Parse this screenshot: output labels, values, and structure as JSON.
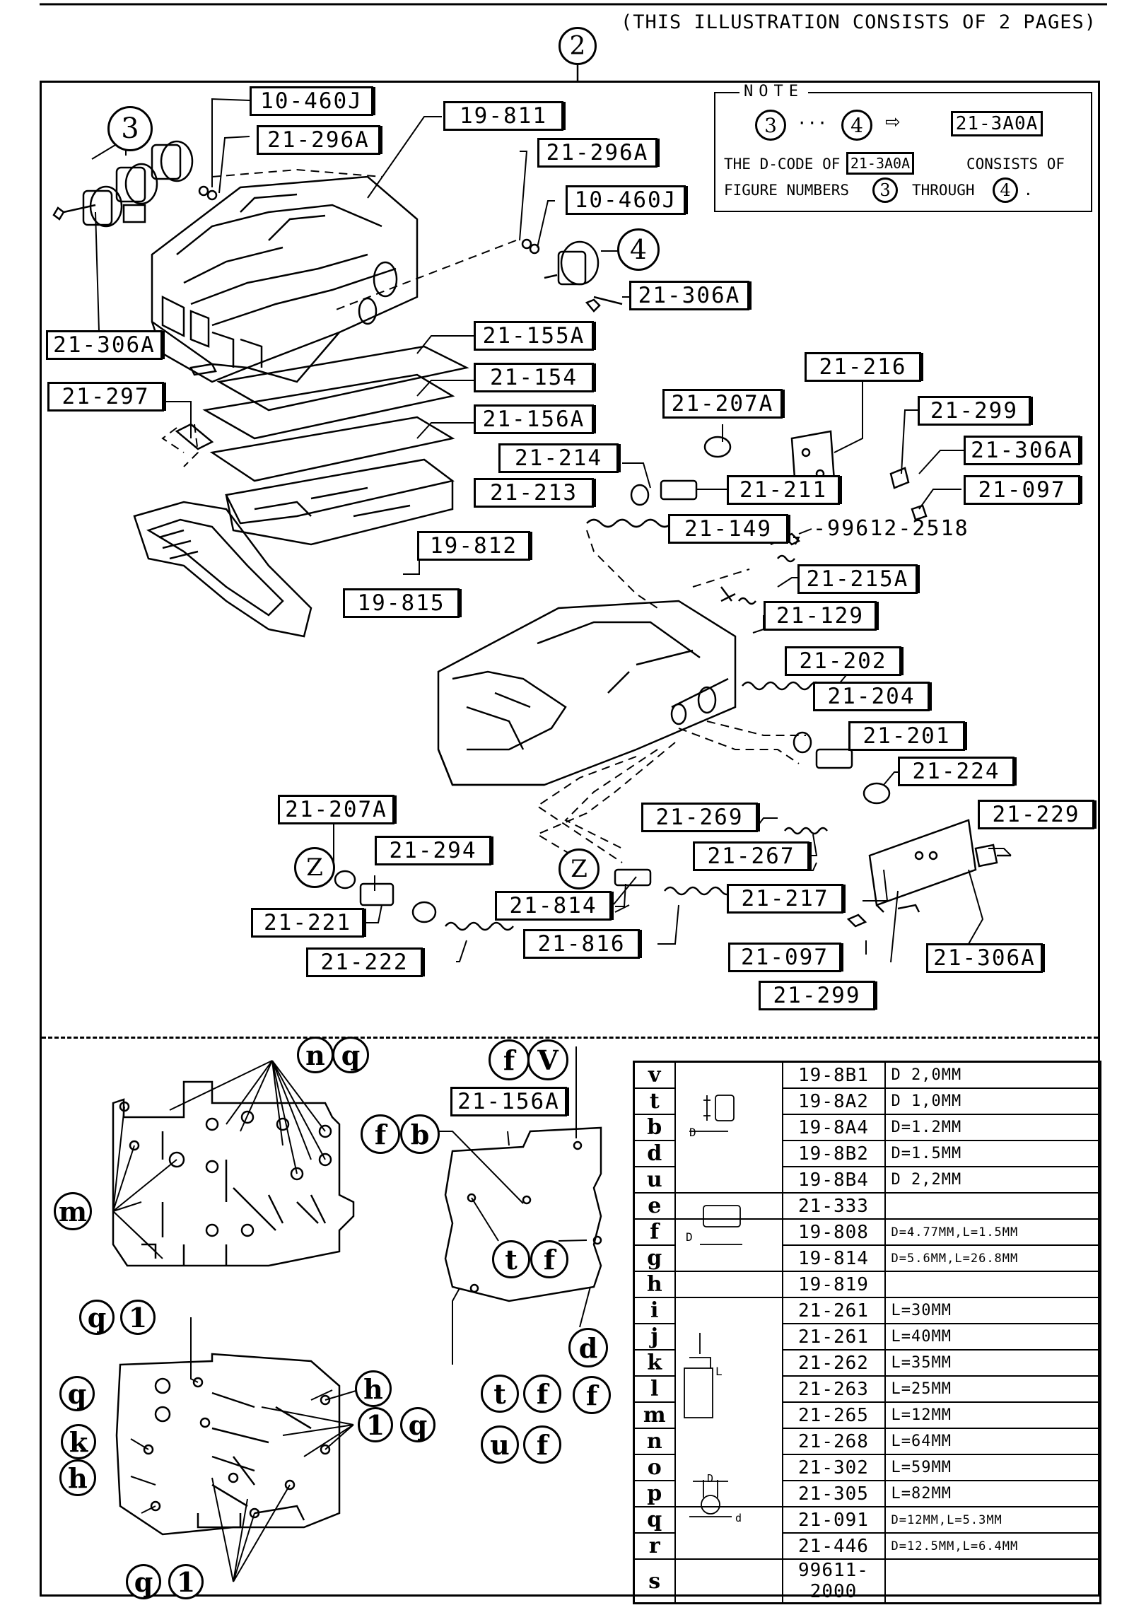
{
  "header": {
    "page_note": "(THIS ILLUSTRATION CONSISTS OF  2 PAGES)",
    "assembly_ref": "2"
  },
  "note_box": {
    "title": "NOTE",
    "ref_from": "3",
    "ellipsis": "···",
    "ref_to": "4",
    "arrow": "⇨",
    "code": "21-3A0A",
    "line1_a": "THE D-CODE OF",
    "line1_code": "21-3A0A",
    "line1_b": "CONSISTS OF",
    "line2_a": "FIGURE NUMBERS",
    "line2_ref1": "3",
    "line2_b": "THROUGH",
    "line2_ref2": "4",
    "line2_c": "."
  },
  "callouts": {
    "c10_460J_a": "10-460J",
    "c21_296A_a": "21-296A",
    "c19_811": "19-811",
    "c21_296A_b": "21-296A",
    "c10_460J_b": "10-460J",
    "c21_306A_a": "21-306A",
    "c21_306A_b": "21-306A",
    "c21_155A": "21-155A",
    "c21_154": "21-154",
    "c21_297": "21-297",
    "c21_156A": "21-156A",
    "c21_216": "21-216",
    "c21_207A_a": "21-207A",
    "c21_299_a": "21-299",
    "c21_306A_c": "21-306A",
    "c21_214": "21-214",
    "c21_211": "21-211",
    "c21_097_a": "21-097",
    "c21_213": "21-213",
    "c21_149": "21-149",
    "c99612": "-99612-2518",
    "c19_812": "19-812",
    "c21_215A": "21-215A",
    "c19_815": "19-815",
    "c21_129": "21-129",
    "c21_202": "21-202",
    "c21_204": "21-204",
    "c21_201": "21-201",
    "c21_224": "21-224",
    "c21_207A_b": "21-207A",
    "c21_229": "21-229",
    "c21_269": "21-269",
    "c21_294": "21-294",
    "c21_267": "21-267",
    "c21_814": "21-814",
    "c21_217": "21-217",
    "c21_221": "21-221",
    "c21_816": "21-816",
    "c21_306A_d": "21-306A",
    "c21_222": "21-222",
    "c21_097_b": "21-097",
    "c21_299_b": "21-299",
    "c21_156A_b": "21-156A"
  },
  "figure_refs": {
    "r3": "3",
    "r4": "4",
    "zA": "Z",
    "zB": "Z"
  },
  "letter_refs": {
    "n": "n",
    "q1": "q",
    "m": "m",
    "f1": "f",
    "v": "V",
    "f2": "f",
    "b": "b",
    "t1": "t",
    "f3": "f",
    "d": "d",
    "q2": "q",
    "l1": "1",
    "h1": "h",
    "q3": "q",
    "k": "k",
    "l2": "1",
    "q4": "q",
    "h2": "h",
    "t2": "t",
    "f4": "f",
    "f5": "f",
    "u": "u",
    "f6": "f",
    "q5": "q",
    "l3": "1"
  },
  "table": {
    "rows": [
      {
        "letter": "v",
        "code": "19-8B1",
        "spec": "D 2,0MM"
      },
      {
        "letter": "t",
        "code": "19-8A2",
        "spec": "D 1,0MM"
      },
      {
        "letter": "b",
        "code": "19-8A4",
        "spec": "D=1.2MM"
      },
      {
        "letter": "d",
        "code": "19-8B2",
        "spec": "D=1.5MM"
      },
      {
        "letter": "u",
        "code": "19-8B4",
        "spec": "D 2,2MM"
      },
      {
        "letter": "e",
        "code": "21-333",
        "spec": ""
      },
      {
        "letter": "f",
        "code": "19-808",
        "spec": "D=4.77MM,L=1.5MM"
      },
      {
        "letter": "g",
        "code": "19-814",
        "spec": "D=5.6MM,L=26.8MM"
      },
      {
        "letter": "h",
        "code": "19-819",
        "spec": ""
      },
      {
        "letter": "i",
        "code": "21-261",
        "spec": "L=30MM"
      },
      {
        "letter": "j",
        "code": "21-261",
        "spec": "L=40MM"
      },
      {
        "letter": "k",
        "code": "21-262",
        "spec": "L=35MM"
      },
      {
        "letter": "l",
        "code": "21-263",
        "spec": "L=25MM"
      },
      {
        "letter": "m",
        "code": "21-265",
        "spec": "L=12MM"
      },
      {
        "letter": "n",
        "code": "21-268",
        "spec": "L=64MM"
      },
      {
        "letter": "o",
        "code": "21-302",
        "spec": "L=59MM"
      },
      {
        "letter": "p",
        "code": "21-305",
        "spec": "L=82MM"
      },
      {
        "letter": "q",
        "code": "21-091",
        "spec": "D=12MM,L=5.3MM"
      },
      {
        "letter": "r",
        "code": "21-446",
        "spec": "D=12.5MM,L=6.4MM"
      },
      {
        "letter": "s",
        "code": "99611-2000",
        "spec": ""
      }
    ],
    "pic_labels": {
      "d1": "D",
      "d2": "D",
      "l": "L",
      "d3": "D",
      "d4": "d"
    }
  }
}
